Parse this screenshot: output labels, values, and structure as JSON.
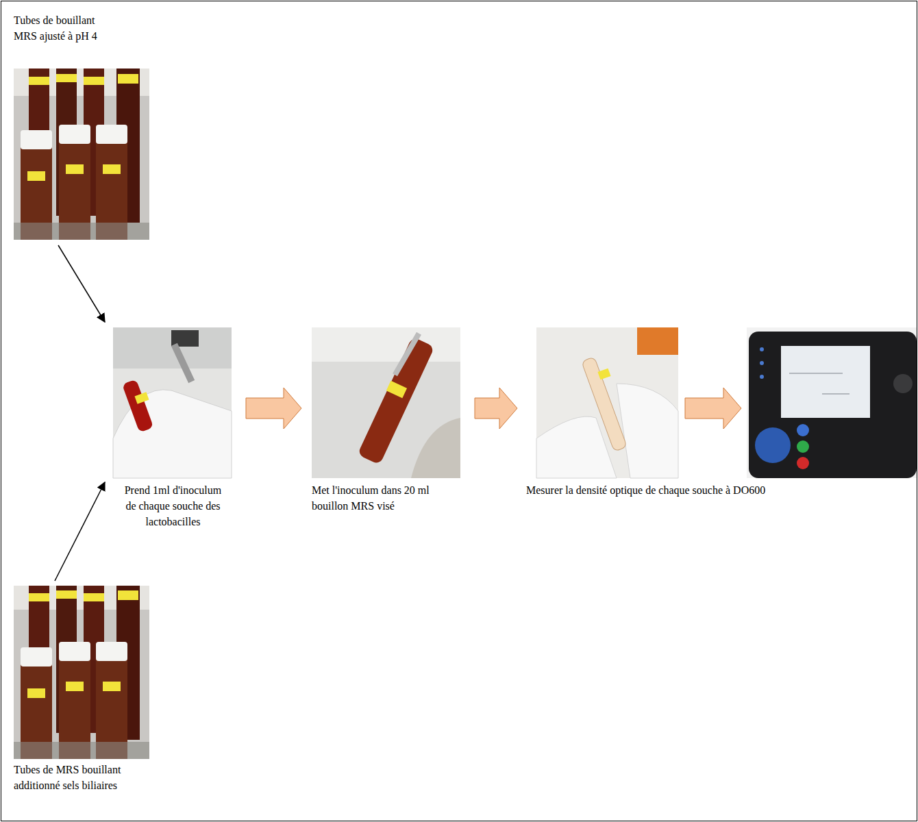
{
  "diagram": {
    "nodes": [
      {
        "text": [
          "Tubes de bouillant MRS ajusté à pH 4"
        ]
      },
      {
        "text": [
          "Prend 1ml d'inoculum de chaque souche des lactobacilles"
        ]
      },
      {
        "text": [
          "Met l'inoculum dans 20 ml bouillon MRS visé"
        ]
      },
      {
        "text": [
          "Mesurer la densité optique de chaque souche à DO600"
        ]
      },
      {
        "text": [
          "Tubes de MRS bouillant additionné sels biliaires"
        ]
      }
    ],
    "edges": [
      {
        "from": 0,
        "to": 1,
        "arrow": "to"
      },
      {
        "from": 4,
        "to": 1,
        "arrow": "to"
      },
      {
        "from": 1,
        "to": 2,
        "arrow": "to"
      },
      {
        "from": 2,
        "to": 3,
        "arrow": "to"
      }
    ]
  }
}
